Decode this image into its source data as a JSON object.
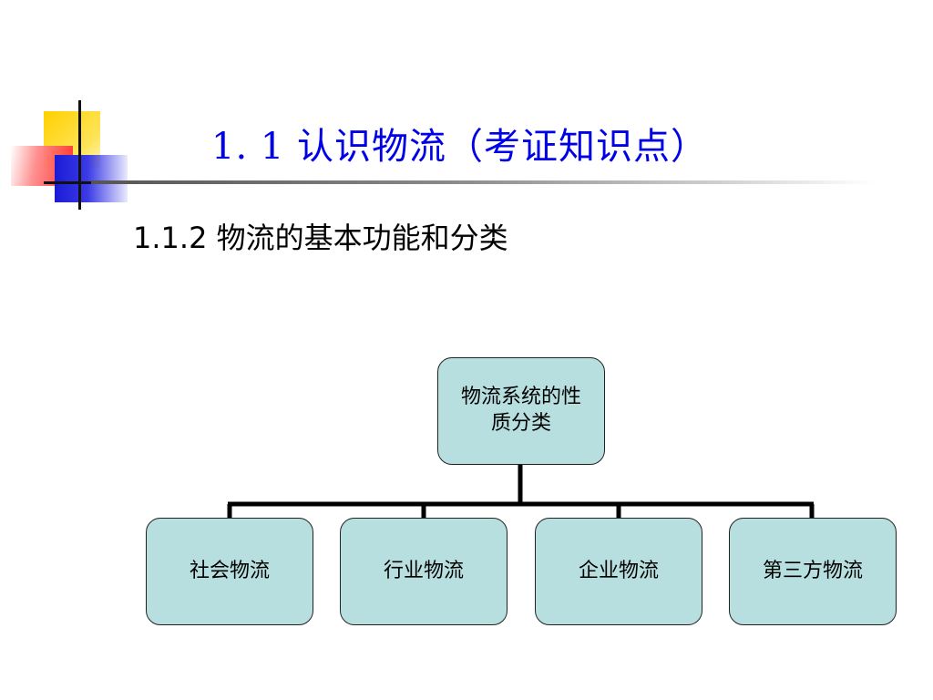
{
  "slide": {
    "title": "1. 1  认识物流（考证知识点）",
    "subtitle": "1.1.2 物流的基本功能和分类"
  },
  "diagram": {
    "root": "物流系统的性质分类",
    "children": [
      "社会物流",
      "行业物流",
      "企业物流",
      "第三方物流"
    ]
  },
  "colors": {
    "title": "#0000e6",
    "node_fill": "#b8dfe0",
    "connector": "#000000"
  }
}
